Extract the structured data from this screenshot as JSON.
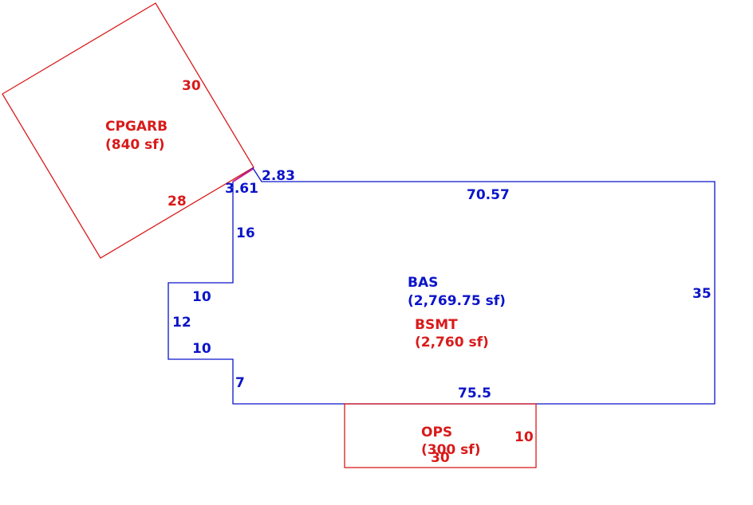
{
  "colors": {
    "blue": "#0b14c9",
    "red": "#d91a1a",
    "magenta": "#c81e8c"
  },
  "cpgarb": {
    "name": "CPGARB",
    "area": "(840 sf)",
    "dim_top": "30",
    "dim_bottom": "28"
  },
  "bas": {
    "name": "BAS",
    "area": "(2,769.75 sf)",
    "dims": {
      "diag": "2.83",
      "small": "3.61",
      "top": "70.57",
      "left_upper": "16",
      "right": "35",
      "step_top": "10",
      "step_side": "12",
      "step_bottom": "10",
      "left_lower": "7",
      "bottom": "75.5"
    }
  },
  "bsmt": {
    "name": "BSMT",
    "area": "(2,760 sf)"
  },
  "ops": {
    "name": "OPS",
    "area": "(300 sf)",
    "dim_right": "10",
    "dim_bottom": "30"
  }
}
